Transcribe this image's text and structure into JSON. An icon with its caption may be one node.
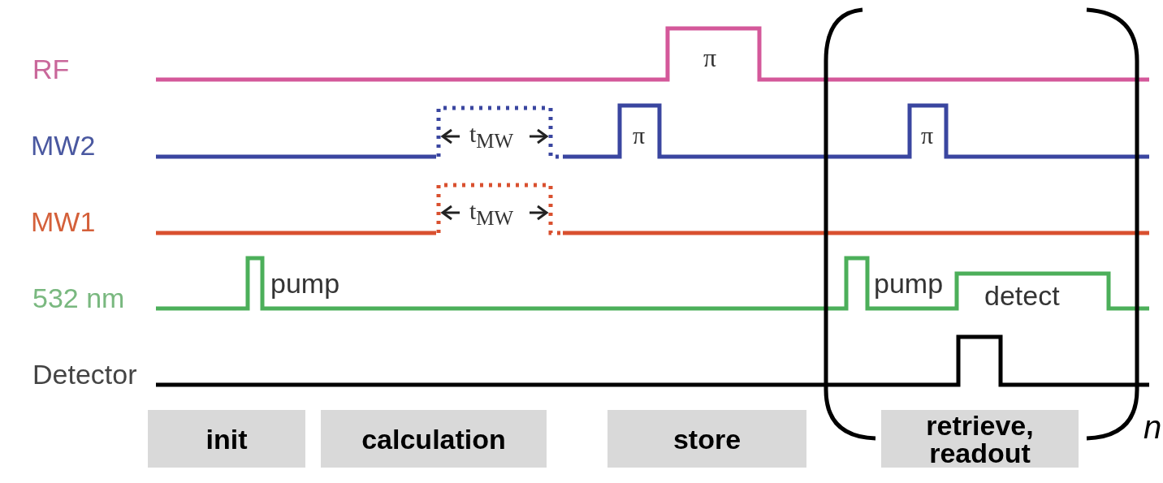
{
  "diagram": {
    "nodes": [
      {
        "text": [
          "init"
        ]
      },
      {
        "text": [
          "calculation"
        ]
      },
      {
        "text": [
          "store"
        ]
      },
      {
        "text": [
          "retrieve, readout"
        ]
      }
    ],
    "labels": [
      "RF",
      "π",
      "MW2",
      "t$_{MW}$",
      "π",
      "π",
      "MW1",
      "t$_{MW}$",
      "532 nm",
      "pump",
      "pump",
      "detect",
      "Detector",
      "n"
    ]
  }
}
